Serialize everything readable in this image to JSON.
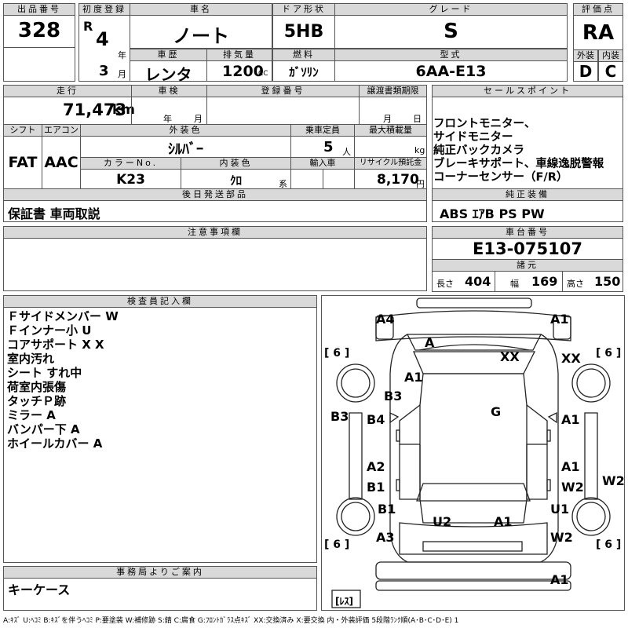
{
  "header": {
    "lot_label": "出品番号",
    "lot_no": "328",
    "first_reg_label": "初度登録",
    "era": "R",
    "year": "4",
    "year_unit": "年",
    "month": "3",
    "month_unit": "月",
    "car_name_label": "車名",
    "car_name": "ノート",
    "door_label": "ドア形状",
    "door": "5HB",
    "grade_label": "グレード",
    "grade": "S",
    "score_label": "評価点",
    "score": "RA",
    "history_label": "車歴",
    "history": "レンタ",
    "displacement_label": "排気量",
    "displacement": "1200",
    "displacement_unit": "CC",
    "fuel_label": "燃料",
    "fuel": "ｶﾞｿﾘﾝ",
    "model_label": "型式",
    "model": "6AA-E13",
    "exterior_label": "外装",
    "exterior": "D",
    "interior_label": "内装",
    "interior": "C"
  },
  "row2": {
    "mileage_label": "走行",
    "mileage": "71,473",
    "mileage_unit": "km",
    "inspection_label": "車検",
    "insp_year_unit": "年",
    "insp_month_unit": "月",
    "reg_no_label": "登録番号",
    "transfer_label": "譲渡書類期限",
    "transfer_month_unit": "月",
    "transfer_day_unit": "日",
    "shift_label": "シフト",
    "shift": "FAT",
    "ac_label": "エアコン",
    "ac": "AAC",
    "color_label": "外装色",
    "color": "ｼﾙﾊﾞｰ",
    "capacity_label": "乗車定員",
    "capacity": "5",
    "capacity_unit": "人",
    "max_load_label": "最大積載量",
    "max_load_unit": "kg",
    "color_no_label": "カラーNo.",
    "color_no": "K23",
    "int_color_label": "内装色",
    "int_color": "ｸﾛ",
    "int_color_unit": "系",
    "import_label": "輸入車",
    "recycle_label": "リサイクル預託金",
    "recycle": "8,170",
    "recycle_unit": "円",
    "later_label": "後日発送部品",
    "later": "保証書 車両取説"
  },
  "sales": {
    "label": "セールスポイント",
    "points": [
      "フロントモニター、",
      "サイドモニター",
      "純正バックカメラ",
      "ブレーキサポート、車線逸脱警報",
      "コーナーセンサー（F/R）"
    ],
    "equip_label": "純正装備",
    "equip": "ABS ｴｱB PS PW"
  },
  "notes_label": "注意事項欄",
  "chassis": {
    "label": "車台番号",
    "value": "E13-075107",
    "spec_label": "諸元",
    "length_label": "長さ",
    "length": "404",
    "width_label": "幅",
    "width": "169",
    "height_label": "高さ",
    "height": "150"
  },
  "inspector": {
    "label": "検査員記入欄",
    "lines": [
      "Ｆサイドメンバー W",
      "Ｆインナー小 U",
      "コアサポート X X",
      "室内汚れ",
      "シート すれ中",
      "荷室内張傷",
      "タッチＰ跡",
      "ミラー A",
      "バンパー下 A",
      "ホイールカバー A"
    ]
  },
  "office": {
    "label": "事務局よりご案内",
    "text": "キーケース"
  },
  "diagram": {
    "marks": [
      "A4",
      "A1",
      "A",
      "XX",
      "A1",
      "XX",
      "B3",
      "B3",
      "B4",
      "G",
      "A1",
      "A2",
      "A1",
      "B1",
      "W2",
      "W2",
      "B1",
      "U1",
      "U2",
      "A1",
      "A3",
      "W2",
      "A1"
    ],
    "tire_tl": "[ 6 ]",
    "tire_tr": "[ 6 ]",
    "tire_bl": "[ 6 ]",
    "tire_br": "[ 6 ]",
    "spare": "[ﾚｽ]"
  },
  "footer": "A:ｷｽﾞ U:ﾍｺﾐ B:ｷｽﾞを伴うﾍｺﾐ P:要塗装 W:補修跡 S:錆 C:腐食 G:ﾌﾛﾝﾄｶﾞﾗｽ点ｷｽﾞ XX:交換済み X:要交換  内・外装評価 5段階ﾗﾝｸ順(A･B･C･D･E) 1"
}
